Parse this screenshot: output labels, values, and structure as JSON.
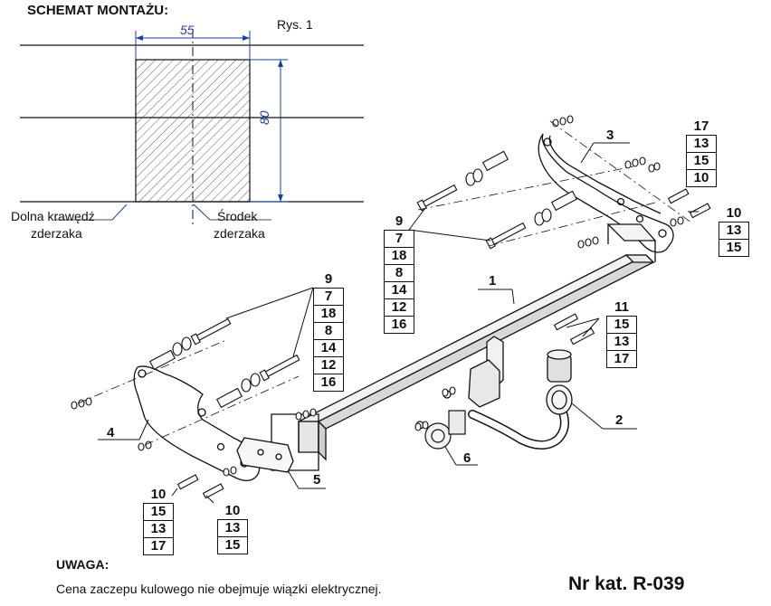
{
  "title": "SCHEMAT MONTAŻU:",
  "figure_label": "Rys. 1",
  "dimensions": {
    "width": "55",
    "height": "80"
  },
  "edge_label": {
    "line1": "Dolna krawędź",
    "line2": "zderzaka"
  },
  "center_label": {
    "line1": "Środek",
    "line2": "zderzaka"
  },
  "parts": [
    "1",
    "2",
    "3",
    "4",
    "5",
    "6"
  ],
  "stacks": {
    "top_right_17": [
      "17",
      "13",
      "15",
      "10"
    ],
    "top_right_10": [
      "10",
      "13",
      "15"
    ],
    "upper_9": [
      "9",
      "7",
      "18",
      "8",
      "14",
      "12",
      "16"
    ],
    "middle_9": [
      "9",
      "7",
      "18",
      "8",
      "14",
      "12",
      "16"
    ],
    "right_11": [
      "11",
      "15",
      "13",
      "17"
    ],
    "bottom_left_10a": [
      "10",
      "15",
      "13",
      "17"
    ],
    "bottom_left_10b": [
      "10",
      "13",
      "15"
    ]
  },
  "note": {
    "heading": "UWAGA:",
    "text": "Cena zaczepu kulowego nie obejmuje wiązki elektrycznej."
  },
  "catalog": "Nr kat. R-039"
}
